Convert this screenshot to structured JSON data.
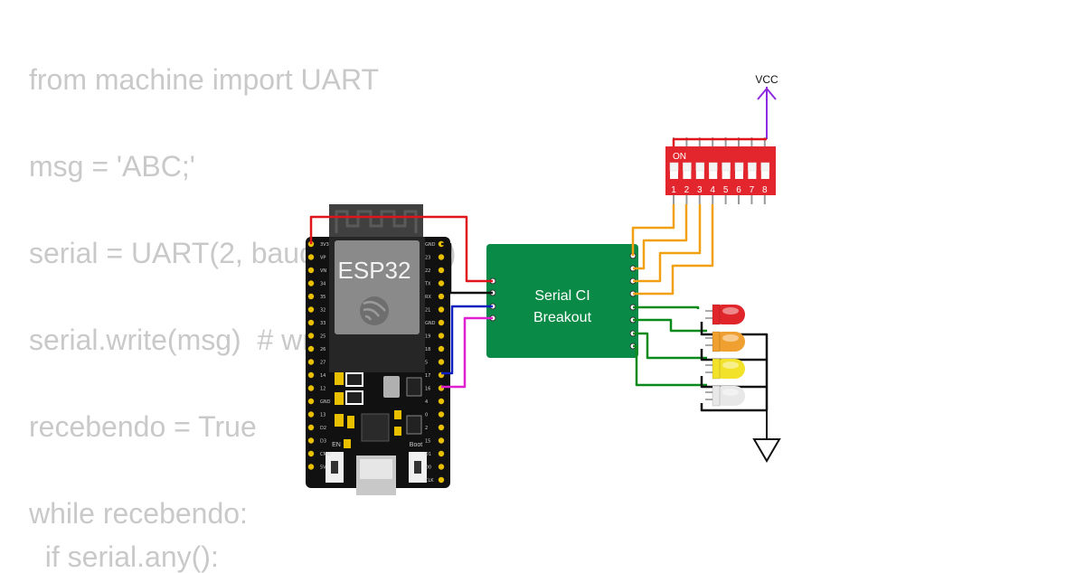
{
  "code": {
    "lines": [
      "from machine import UART",
      "msg = 'ABC;'",
      "serial = UART(2, baudrate=9600)",
      "serial.write(msg)  # write 3 bytes",
      "recebendo = True",
      "while recebendo:",
      "  if serial.any():"
    ]
  },
  "esp32": {
    "label": "ESP32",
    "en_label": "EN",
    "boot_label": "Boot",
    "left_pins": [
      "3V3",
      "VP",
      "VN",
      "34",
      "35",
      "32",
      "33",
      "25",
      "26",
      "27",
      "14",
      "12",
      "GND",
      "13",
      "D2",
      "D3",
      "CMD",
      "5V"
    ],
    "right_pins": [
      "GND",
      "23",
      "22",
      "TX",
      "RX",
      "21",
      "GND",
      "19",
      "18",
      "5",
      "17",
      "16",
      "4",
      "0",
      "2",
      "15",
      "D1",
      "D0",
      "CLK"
    ]
  },
  "breakout": {
    "line1": "Serial CI",
    "line2": "Breakout"
  },
  "dip_switch": {
    "on_label": "ON",
    "numbers": [
      "1",
      "2",
      "3",
      "4",
      "5",
      "6",
      "7",
      "8"
    ]
  },
  "vcc": {
    "label": "VCC"
  },
  "leds": [
    {
      "color": "red",
      "hex": "#e0262b"
    },
    {
      "color": "orange",
      "hex": "#f0a030"
    },
    {
      "color": "yellow",
      "hex": "#f2e22a"
    },
    {
      "color": "white",
      "hex": "#e8e8e8"
    }
  ],
  "wires": {
    "red": "#e0141a",
    "black": "#111111",
    "blue": "#1020c0",
    "magenta": "#e020d0",
    "orange": "#f0a010",
    "green": "#0a8a1a"
  }
}
